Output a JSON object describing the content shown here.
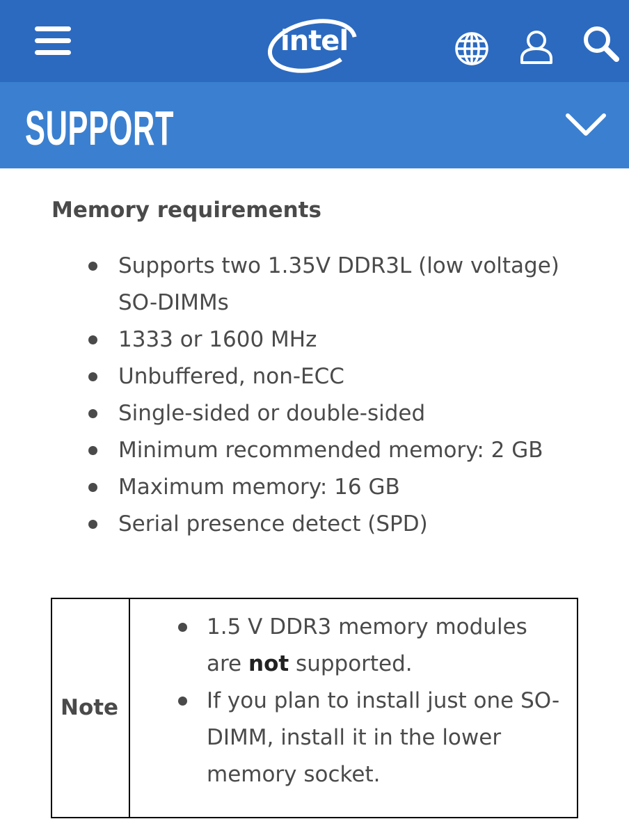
{
  "header": {
    "brand_logo_text": "intel",
    "icons": [
      "menu-icon",
      "globe-icon",
      "user-icon",
      "search-icon"
    ],
    "colors": {
      "topbar": "#2c6ac0",
      "support_bar": "#3b80d0"
    }
  },
  "support_bar": {
    "title": "SUPPORT"
  },
  "main": {
    "heading": "Memory requirements",
    "requirements": [
      "Supports two 1.35V DDR3L (low voltage) SO-DIMMs",
      "1333 or 1600 MHz",
      "Unbuffered, non-ECC",
      "Single-sided or double-sided",
      "Minimum recommended memory: 2 GB",
      "Maximum memory: 16 GB",
      "Serial presence detect (SPD)"
    ],
    "note": {
      "label": "Note",
      "item1_prefix": "1.5 V DDR3 memory modules are ",
      "item1_bold": "not",
      "item1_suffix": " supported.",
      "item2": "If you plan to install just one SO-DIMM, install it in the lower memory socket."
    }
  }
}
